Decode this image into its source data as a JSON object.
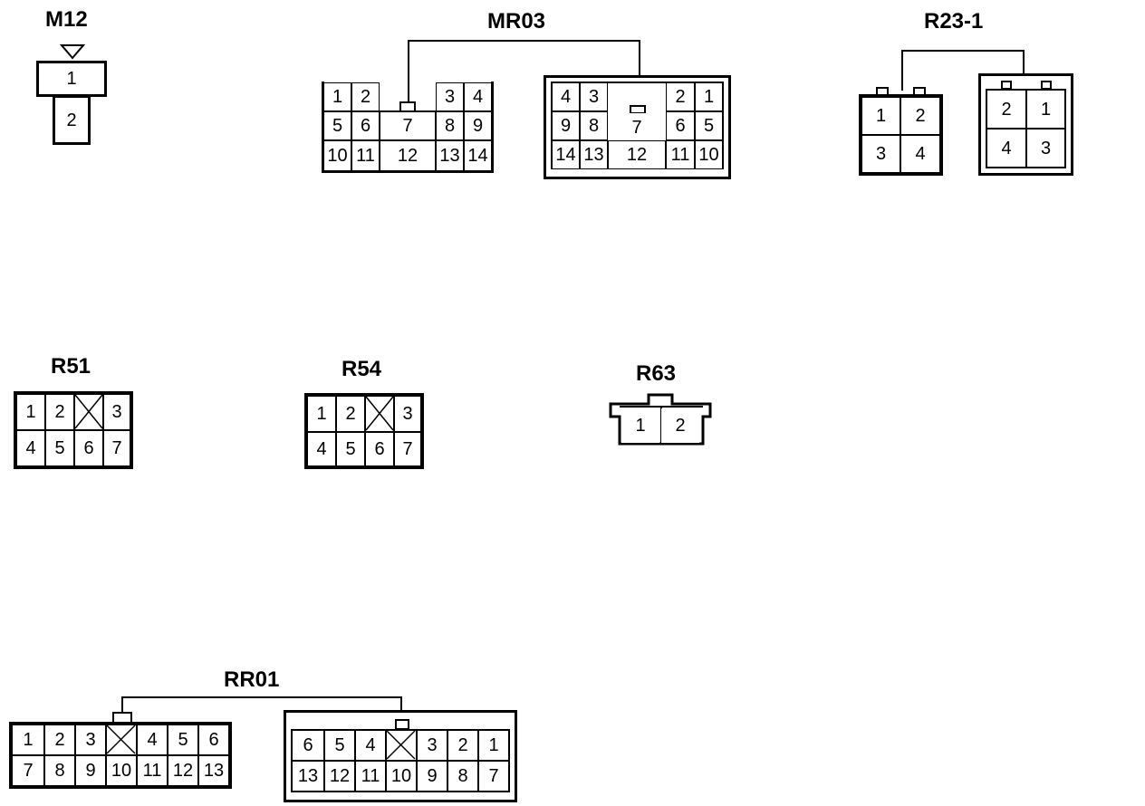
{
  "connectors": {
    "m12": {
      "title": "M12",
      "pins": [
        "1",
        "2"
      ]
    },
    "mr03": {
      "title": "MR03",
      "male": {
        "row1": [
          "1",
          "2",
          "3",
          "4"
        ],
        "row2": [
          "5",
          "6",
          "7",
          "8",
          "9"
        ],
        "row3": [
          "10",
          "11",
          "12",
          "13",
          "14"
        ]
      },
      "female": {
        "row1": [
          "4",
          "3",
          "2",
          "1"
        ],
        "row2": [
          "9",
          "8",
          "7",
          "6",
          "5"
        ],
        "row3": [
          "14",
          "13",
          "12",
          "11",
          "10"
        ]
      }
    },
    "r23_1": {
      "title": "R23-1",
      "male": [
        "1",
        "2",
        "3",
        "4"
      ],
      "female": [
        "2",
        "1",
        "4",
        "3"
      ]
    },
    "r51": {
      "title": "R51",
      "row1": [
        "1",
        "2",
        "3"
      ],
      "row2": [
        "4",
        "5",
        "6",
        "7"
      ]
    },
    "r54": {
      "title": "R54",
      "row1": [
        "1",
        "2",
        "3"
      ],
      "row2": [
        "4",
        "5",
        "6",
        "7"
      ]
    },
    "r63": {
      "title": "R63",
      "pins": [
        "1",
        "2"
      ]
    },
    "rr01": {
      "title": "RR01",
      "male": {
        "row1": [
          "1",
          "2",
          "3",
          "4",
          "5",
          "6"
        ],
        "row2": [
          "7",
          "8",
          "9",
          "10",
          "11",
          "12",
          "13"
        ]
      },
      "female": {
        "row1": [
          "6",
          "5",
          "4",
          "3",
          "2",
          "1"
        ],
        "row2": [
          "13",
          "12",
          "11",
          "10",
          "9",
          "8",
          "7"
        ]
      }
    }
  }
}
